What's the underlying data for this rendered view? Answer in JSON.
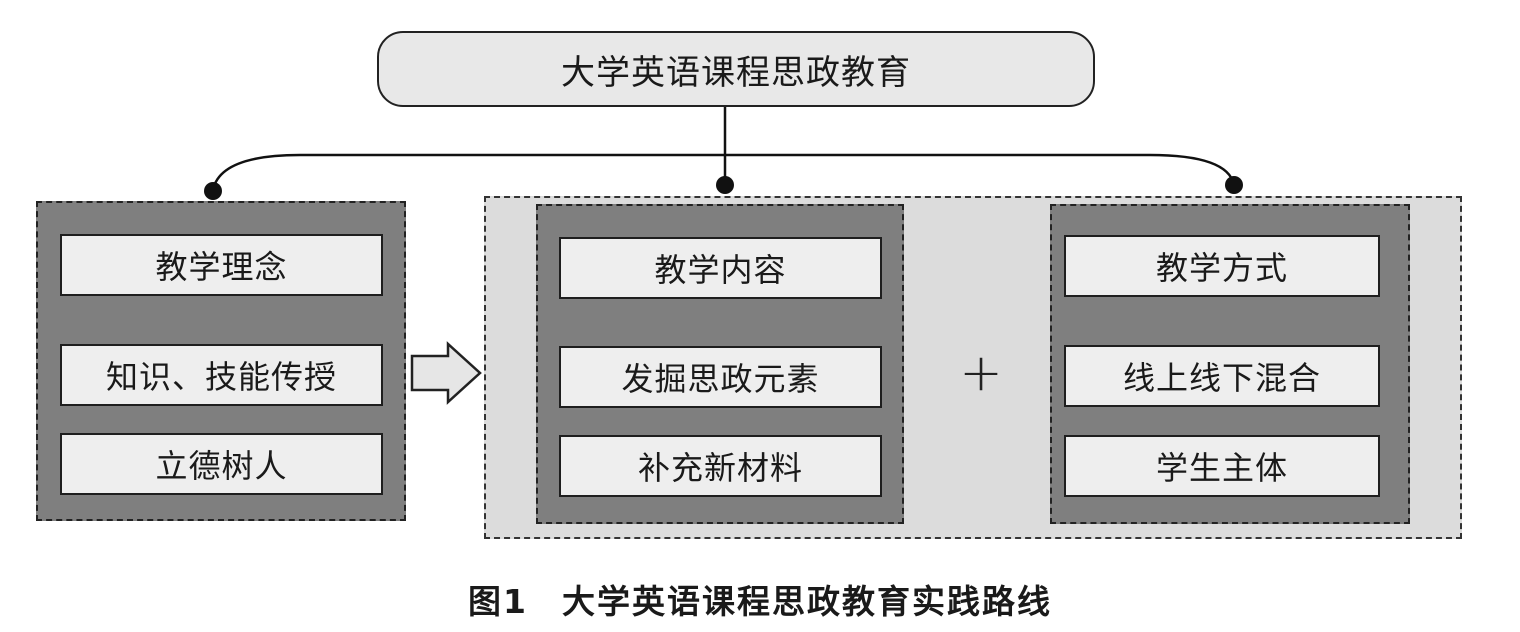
{
  "root": {
    "label": "大学英语课程思政教育"
  },
  "left_group": {
    "items": [
      "教学理念",
      "知识、技能传授",
      "立德树人"
    ]
  },
  "content_group": {
    "items": [
      "教学内容",
      "发掘思政元素",
      "补充新材料"
    ]
  },
  "plus_symbol": "+",
  "method_group": {
    "items": [
      "教学方式",
      "线上线下混合",
      "学生主体"
    ]
  },
  "caption": {
    "figure_number": "图1",
    "title": "大学英语课程思政教育实践路线"
  },
  "colors": {
    "root_fill": "#e8e8e8",
    "dark_group_fill": "#7f7f7f",
    "light_group_fill": "#dcdcdc",
    "item_fill": "#eeeeee",
    "stroke": "#1e1e1e"
  }
}
